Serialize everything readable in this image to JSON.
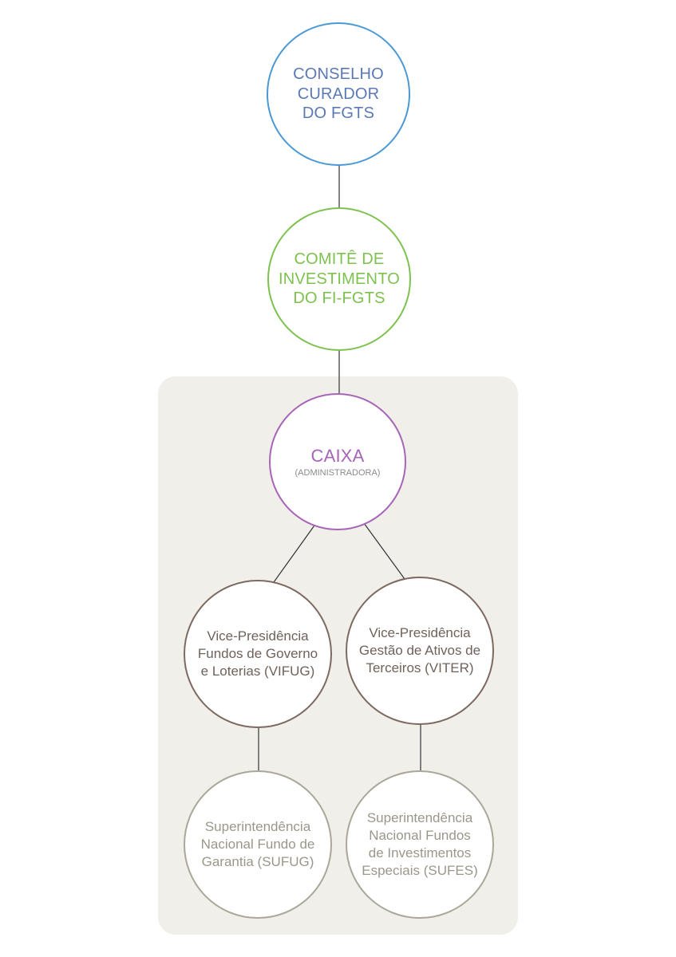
{
  "colors": {
    "conselho": "#4a98d4",
    "conselho_text": "#5a79b5",
    "comite": "#7dc14f",
    "caixa": "#a765b8",
    "vp": "#7c6a60",
    "vp_text": "#6f625a",
    "sup": "#aaa798",
    "sup_text": "#9a978a",
    "panel": "#f0efea",
    "line": "#333333"
  },
  "nodes": {
    "conselho": {
      "label": "CONSELHO\nCURADOR\nDO FGTS"
    },
    "comite": {
      "label": "COMITÊ DE\nINVESTIMENTO\nDO FI-FGTS"
    },
    "caixa": {
      "label": "CAIXA",
      "sub": "(ADMINISTRADORA)"
    },
    "vifug": {
      "label": "Vice-Presidência\nFundos de Governo\ne Loterias (VIFUG)"
    },
    "viter": {
      "label": "Vice-Presidência\nGestão de Ativos de\nTerceiros (VITER)"
    },
    "sufug": {
      "label": "Superintendência\nNacional Fundo de\nGarantia (SUFUG)"
    },
    "sufes": {
      "label": "Superintendência\nNacional Fundos\nde Investimentos\nEspeciais (SUFES)"
    }
  }
}
